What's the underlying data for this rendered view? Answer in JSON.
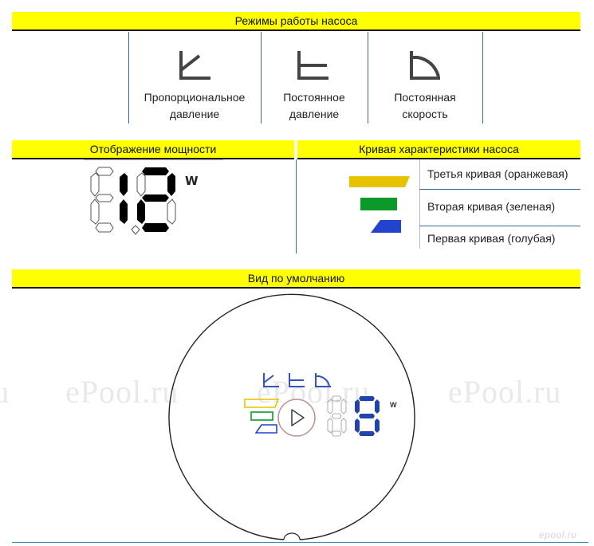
{
  "section_modes": {
    "title": "Режимы работы насоса",
    "modes": [
      {
        "line1": "Пропорциональное",
        "line2": "давление",
        "icon": "proportional-pressure-icon"
      },
      {
        "line1": "Постоянное",
        "line2": "давление",
        "icon": "constant-pressure-icon"
      },
      {
        "line1": "Постоянная",
        "line2": "скорость",
        "icon": "constant-speed-icon"
      }
    ]
  },
  "section_power": {
    "title": "Отображение мощности",
    "unit": "W",
    "digits": "12"
  },
  "section_curves": {
    "title": "Кривая характеристики насоса",
    "curves": [
      {
        "label": "Третья кривая (оранжевая)",
        "color": "#e6c200"
      },
      {
        "label": "Вторая кривая (зеленая)",
        "color": "#0a9a2a"
      },
      {
        "label": "Первая кривая (голубая)",
        "color": "#2244cc"
      }
    ]
  },
  "section_default": {
    "title": "Вид по умолчанию",
    "unit": "W",
    "digits": "8",
    "icon_color": "#3355bb"
  },
  "watermarks": [
    "ePool.ru",
    "ePool.ru",
    "ePool.ru",
    "ePool.ru"
  ],
  "corner_logo": "epool.ru"
}
